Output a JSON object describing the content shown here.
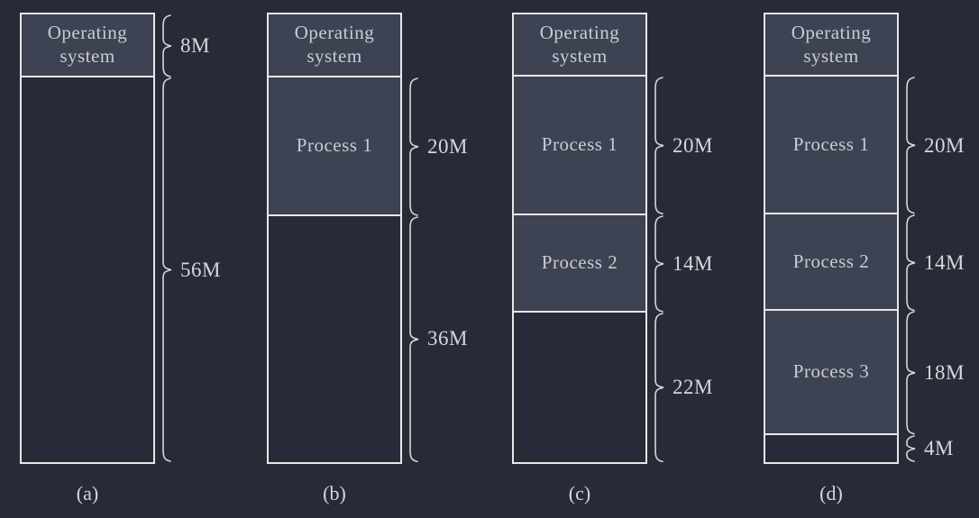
{
  "colors": {
    "background": "#272b38",
    "partition_fill": "#3d4352",
    "border": "#e8e7e4",
    "box_text": "#c9ccd2",
    "annotation_text": "#d6d7d9"
  },
  "figure": {
    "description": "Memory partitioning example: 64M memory with 8M operating system and processes loaded over time",
    "columns": [
      {
        "label": "(a)",
        "segments": [
          {
            "text": "Operating system",
            "type": "os",
            "size": "8M",
            "size_m": 8
          },
          {
            "text": "",
            "type": "free",
            "size": "56M",
            "size_m": 56
          }
        ]
      },
      {
        "label": "(b)",
        "segments": [
          {
            "text": "Operating system",
            "type": "os",
            "size": "",
            "size_m": 8
          },
          {
            "text": "Process 1",
            "type": "process",
            "size": "20M",
            "size_m": 20
          },
          {
            "text": "",
            "type": "free",
            "size": "36M",
            "size_m": 36
          }
        ]
      },
      {
        "label": "(c)",
        "segments": [
          {
            "text": "Operating system",
            "type": "os",
            "size": "",
            "size_m": 8
          },
          {
            "text": "Process 1",
            "type": "process",
            "size": "20M",
            "size_m": 20
          },
          {
            "text": "Process 2",
            "type": "process",
            "size": "14M",
            "size_m": 14
          },
          {
            "text": "",
            "type": "free",
            "size": "22M",
            "size_m": 22
          }
        ]
      },
      {
        "label": "(d)",
        "segments": [
          {
            "text": "Operating system",
            "type": "os",
            "size": "",
            "size_m": 8
          },
          {
            "text": "Process 1",
            "type": "process",
            "size": "20M",
            "size_m": 20
          },
          {
            "text": "Process 2",
            "type": "process",
            "size": "14M",
            "size_m": 14
          },
          {
            "text": "Process 3",
            "type": "process",
            "size": "18M",
            "size_m": 18
          },
          {
            "text": "",
            "type": "free",
            "size": "4M",
            "size_m": 4
          }
        ]
      }
    ]
  }
}
